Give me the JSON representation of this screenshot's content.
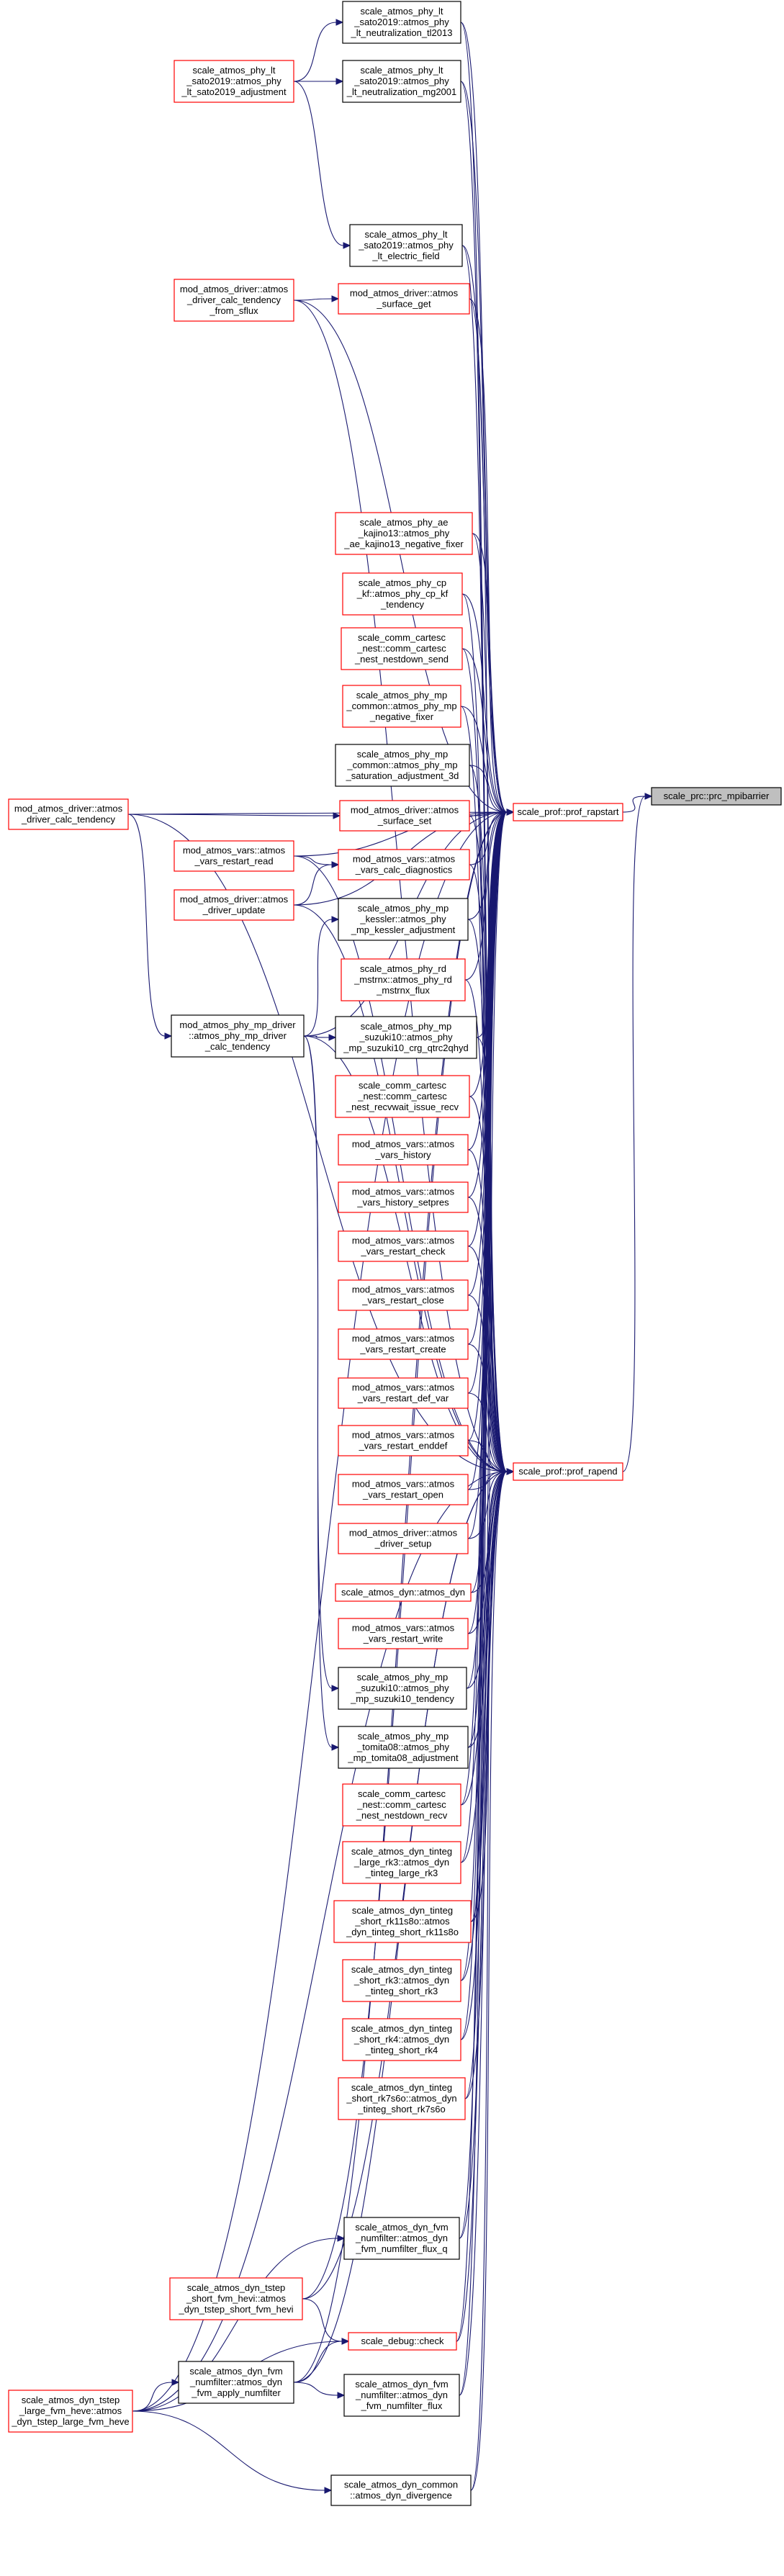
{
  "nodes": [
    {
      "id": "prc_mpibarrier",
      "lines": [
        "scale_prc::prc_mpibarrier"
      ],
      "border": "gray"
    },
    {
      "id": "prof_rapstart",
      "lines": [
        "scale_prof::prof_rapstart"
      ],
      "border": "red"
    },
    {
      "id": "prof_rapend",
      "lines": [
        "scale_prof::prof_rapend"
      ],
      "border": "red"
    },
    {
      "id": "neut_tl2013",
      "lines": [
        "scale_atmos_phy_lt",
        "_sato2019::atmos_phy",
        "_lt_neutralization_tl2013"
      ],
      "border": "black"
    },
    {
      "id": "neut_mg2001",
      "lines": [
        "scale_atmos_phy_lt",
        "_sato2019::atmos_phy",
        "_lt_neutralization_mg2001"
      ],
      "border": "black"
    },
    {
      "id": "lt_adjust",
      "lines": [
        "scale_atmos_phy_lt",
        "_sato2019::atmos_phy",
        "_lt_sato2019_adjustment"
      ],
      "border": "red"
    },
    {
      "id": "lt_efield",
      "lines": [
        "scale_atmos_phy_lt",
        "_sato2019::atmos_phy",
        "_lt_electric_field"
      ],
      "border": "black"
    },
    {
      "id": "calc_sflux",
      "lines": [
        "mod_atmos_driver::atmos",
        "_driver_calc_tendency",
        "_from_sflux"
      ],
      "border": "red"
    },
    {
      "id": "surface_get",
      "lines": [
        "mod_atmos_driver::atmos",
        "_surface_get"
      ],
      "border": "red"
    },
    {
      "id": "ae_negfix",
      "lines": [
        "scale_atmos_phy_ae",
        "_kajino13::atmos_phy",
        "_ae_kajino13_negative_fixer"
      ],
      "border": "red"
    },
    {
      "id": "cp_kf",
      "lines": [
        "scale_atmos_phy_cp",
        "_kf::atmos_phy_cp_kf",
        "_tendency"
      ],
      "border": "red"
    },
    {
      "id": "nest_send",
      "lines": [
        "scale_comm_cartesc",
        "_nest::comm_cartesc",
        "_nest_nestdown_send"
      ],
      "border": "red"
    },
    {
      "id": "mp_negfix",
      "lines": [
        "scale_atmos_phy_mp",
        "_common::atmos_phy_mp",
        "_negative_fixer"
      ],
      "border": "red"
    },
    {
      "id": "mp_satadj",
      "lines": [
        "scale_atmos_phy_mp",
        "_common::atmos_phy_mp",
        "_saturation_adjustment_3d"
      ],
      "border": "black"
    },
    {
      "id": "driver_calc",
      "lines": [
        "mod_atmos_driver::atmos",
        "_driver_calc_tendency"
      ],
      "border": "red"
    },
    {
      "id": "surface_set",
      "lines": [
        "mod_atmos_driver::atmos",
        "_surface_set"
      ],
      "border": "red"
    },
    {
      "id": "restart_read",
      "lines": [
        "mod_atmos_vars::atmos",
        "_vars_restart_read"
      ],
      "border": "red"
    },
    {
      "id": "calc_diag",
      "lines": [
        "mod_atmos_vars::atmos",
        "_vars_calc_diagnostics"
      ],
      "border": "red"
    },
    {
      "id": "driver_update",
      "lines": [
        "mod_atmos_driver::atmos",
        "_driver_update"
      ],
      "border": "red"
    },
    {
      "id": "kessler",
      "lines": [
        "scale_atmos_phy_mp",
        "_kessler::atmos_phy",
        "_mp_kessler_adjustment"
      ],
      "border": "black"
    },
    {
      "id": "rd_mstrnx",
      "lines": [
        "scale_atmos_phy_rd",
        "_mstrnx::atmos_phy_rd",
        "_mstrnx_flux"
      ],
      "border": "red"
    },
    {
      "id": "mp_driver",
      "lines": [
        "mod_atmos_phy_mp_driver",
        "::atmos_phy_mp_driver",
        "_calc_tendency"
      ],
      "border": "black"
    },
    {
      "id": "suzuki_q2",
      "lines": [
        "scale_atmos_phy_mp",
        "_suzuki10::atmos_phy",
        "_mp_suzuki10_crg_qtrc2qhyd"
      ],
      "border": "black"
    },
    {
      "id": "nest_recv_wait",
      "lines": [
        "scale_comm_cartesc",
        "_nest::comm_cartesc",
        "_nest_recvwait_issue_recv"
      ],
      "border": "red"
    },
    {
      "id": "vars_history",
      "lines": [
        "mod_atmos_vars::atmos",
        "_vars_history"
      ],
      "border": "red"
    },
    {
      "id": "history_setpres",
      "lines": [
        "mod_atmos_vars::atmos",
        "_vars_history_setpres"
      ],
      "border": "red"
    },
    {
      "id": "restart_check",
      "lines": [
        "mod_atmos_vars::atmos",
        "_vars_restart_check"
      ],
      "border": "red"
    },
    {
      "id": "restart_close",
      "lines": [
        "mod_atmos_vars::atmos",
        "_vars_restart_close"
      ],
      "border": "red"
    },
    {
      "id": "restart_create",
      "lines": [
        "mod_atmos_vars::atmos",
        "_vars_restart_create"
      ],
      "border": "red"
    },
    {
      "id": "restart_def_var",
      "lines": [
        "mod_atmos_vars::atmos",
        "_vars_restart_def_var"
      ],
      "border": "red"
    },
    {
      "id": "restart_enddef",
      "lines": [
        "mod_atmos_vars::atmos",
        "_vars_restart_enddef"
      ],
      "border": "red"
    },
    {
      "id": "restart_open",
      "lines": [
        "mod_atmos_vars::atmos",
        "_vars_restart_open"
      ],
      "border": "red"
    },
    {
      "id": "driver_setup",
      "lines": [
        "mod_atmos_driver::atmos",
        "_driver_setup"
      ],
      "border": "red"
    },
    {
      "id": "atmos_dyn",
      "lines": [
        "scale_atmos_dyn::atmos_dyn"
      ],
      "border": "red"
    },
    {
      "id": "restart_write",
      "lines": [
        "mod_atmos_vars::atmos",
        "_vars_restart_write"
      ],
      "border": "red"
    },
    {
      "id": "suzuki_tend",
      "lines": [
        "scale_atmos_phy_mp",
        "_suzuki10::atmos_phy",
        "_mp_suzuki10_tendency"
      ],
      "border": "black"
    },
    {
      "id": "tomita08",
      "lines": [
        "scale_atmos_phy_mp",
        "_tomita08::atmos_phy",
        "_mp_tomita08_adjustment"
      ],
      "border": "black"
    },
    {
      "id": "nest_recv",
      "lines": [
        "scale_comm_cartesc",
        "_nest::comm_cartesc",
        "_nest_nestdown_recv"
      ],
      "border": "red"
    },
    {
      "id": "rk3_large",
      "lines": [
        "scale_atmos_dyn_tinteg",
        "_large_rk3::atmos_dyn",
        "_tinteg_large_rk3"
      ],
      "border": "red"
    },
    {
      "id": "rk11s8o",
      "lines": [
        "scale_atmos_dyn_tinteg",
        "_short_rk11s8o::atmos",
        "_dyn_tinteg_short_rk11s8o"
      ],
      "border": "red"
    },
    {
      "id": "rk3_short",
      "lines": [
        "scale_atmos_dyn_tinteg",
        "_short_rk3::atmos_dyn",
        "_tinteg_short_rk3"
      ],
      "border": "red"
    },
    {
      "id": "rk4_short",
      "lines": [
        "scale_atmos_dyn_tinteg",
        "_short_rk4::atmos_dyn",
        "_tinteg_short_rk4"
      ],
      "border": "red"
    },
    {
      "id": "rk7s6o",
      "lines": [
        "scale_atmos_dyn_tinteg",
        "_short_rk7s6o::atmos_dyn",
        "_tinteg_short_rk7s6o"
      ],
      "border": "red"
    },
    {
      "id": "numfilter_flux_q",
      "lines": [
        "scale_atmos_dyn_fvm",
        "_numfilter::atmos_dyn",
        "_fvm_numfilter_flux_q"
      ],
      "border": "black"
    },
    {
      "id": "tstep_short",
      "lines": [
        "scale_atmos_dyn_tstep",
        "_short_fvm_hevi::atmos",
        "_dyn_tstep_short_fvm_hevi"
      ],
      "border": "red"
    },
    {
      "id": "debug_check",
      "lines": [
        "scale_debug::check"
      ],
      "border": "red"
    },
    {
      "id": "apply_numfilter",
      "lines": [
        "scale_atmos_dyn_fvm",
        "_numfilter::atmos_dyn",
        "_fvm_apply_numfilter"
      ],
      "border": "black"
    },
    {
      "id": "numfilter_flux",
      "lines": [
        "scale_atmos_dyn_fvm",
        "_numfilter::atmos_dyn",
        "_fvm_numfilter_flux"
      ],
      "border": "black"
    },
    {
      "id": "tstep_large",
      "lines": [
        "scale_atmos_dyn_tstep",
        "_large_fvm_heve::atmos",
        "_dyn_tstep_large_fvm_heve"
      ],
      "border": "red"
    },
    {
      "id": "divergence",
      "lines": [
        "scale_atmos_dyn_common",
        "::atmos_dyn_divergence"
      ],
      "border": "black"
    }
  ],
  "edges": [
    [
      "prof_rapstart",
      "prc_mpibarrier"
    ],
    [
      "prof_rapend",
      "prc_mpibarrier"
    ],
    [
      "neut_tl2013",
      "prof_rapstart"
    ],
    [
      "neut_tl2013",
      "prof_rapend"
    ],
    [
      "neut_mg2001",
      "prof_rapstart"
    ],
    [
      "neut_mg2001",
      "prof_rapend"
    ],
    [
      "lt_adjust",
      "neut_tl2013"
    ],
    [
      "lt_adjust",
      "neut_mg2001"
    ],
    [
      "lt_adjust",
      "lt_efield"
    ],
    [
      "lt_efield",
      "prof_rapstart"
    ],
    [
      "lt_efield",
      "prof_rapend"
    ],
    [
      "calc_sflux",
      "surface_get"
    ],
    [
      "calc_sflux",
      "prof_rapstart"
    ],
    [
      "calc_sflux",
      "prof_rapend"
    ],
    [
      "surface_get",
      "prof_rapstart"
    ],
    [
      "surface_get",
      "prof_rapend"
    ],
    [
      "ae_negfix",
      "prof_rapstart"
    ],
    [
      "ae_negfix",
      "prof_rapend"
    ],
    [
      "cp_kf",
      "prof_rapstart"
    ],
    [
      "cp_kf",
      "prof_rapend"
    ],
    [
      "nest_send",
      "prof_rapstart"
    ],
    [
      "nest_send",
      "prof_rapend"
    ],
    [
      "mp_negfix",
      "prof_rapstart"
    ],
    [
      "mp_negfix",
      "prof_rapend"
    ],
    [
      "mp_satadj",
      "prof_rapstart"
    ],
    [
      "mp_satadj",
      "prof_rapend"
    ],
    [
      "driver_calc",
      "surface_set"
    ],
    [
      "driver_calc",
      "mp_driver"
    ],
    [
      "driver_calc",
      "prof_rapstart"
    ],
    [
      "driver_calc",
      "prof_rapend"
    ],
    [
      "surface_set",
      "prof_rapstart"
    ],
    [
      "surface_set",
      "prof_rapend"
    ],
    [
      "restart_read",
      "calc_diag"
    ],
    [
      "restart_read",
      "prof_rapstart"
    ],
    [
      "restart_read",
      "prof_rapend"
    ],
    [
      "calc_diag",
      "prof_rapstart"
    ],
    [
      "calc_diag",
      "prof_rapend"
    ],
    [
      "driver_update",
      "calc_diag"
    ],
    [
      "driver_update",
      "prof_rapstart"
    ],
    [
      "driver_update",
      "prof_rapend"
    ],
    [
      "kessler",
      "prof_rapstart"
    ],
    [
      "kessler",
      "prof_rapend"
    ],
    [
      "rd_mstrnx",
      "prof_rapstart"
    ],
    [
      "rd_mstrnx",
      "prof_rapend"
    ],
    [
      "mp_driver",
      "kessler"
    ],
    [
      "mp_driver",
      "suzuki_q2"
    ],
    [
      "mp_driver",
      "suzuki_tend"
    ],
    [
      "mp_driver",
      "tomita08"
    ],
    [
      "mp_driver",
      "prof_rapstart"
    ],
    [
      "mp_driver",
      "prof_rapend"
    ],
    [
      "suzuki_q2",
      "prof_rapstart"
    ],
    [
      "suzuki_q2",
      "prof_rapend"
    ],
    [
      "nest_recv_wait",
      "prof_rapstart"
    ],
    [
      "nest_recv_wait",
      "prof_rapend"
    ],
    [
      "vars_history",
      "prof_rapstart"
    ],
    [
      "vars_history",
      "prof_rapend"
    ],
    [
      "history_setpres",
      "prof_rapstart"
    ],
    [
      "history_setpres",
      "prof_rapend"
    ],
    [
      "restart_check",
      "prof_rapstart"
    ],
    [
      "restart_check",
      "prof_rapend"
    ],
    [
      "restart_close",
      "prof_rapstart"
    ],
    [
      "restart_close",
      "prof_rapend"
    ],
    [
      "restart_create",
      "prof_rapstart"
    ],
    [
      "restart_create",
      "prof_rapend"
    ],
    [
      "restart_def_var",
      "prof_rapstart"
    ],
    [
      "restart_def_var",
      "prof_rapend"
    ],
    [
      "restart_enddef",
      "prof_rapstart"
    ],
    [
      "restart_enddef",
      "prof_rapend"
    ],
    [
      "restart_open",
      "prof_rapstart"
    ],
    [
      "restart_open",
      "prof_rapend"
    ],
    [
      "driver_setup",
      "prof_rapstart"
    ],
    [
      "driver_setup",
      "prof_rapend"
    ],
    [
      "atmos_dyn",
      "prof_rapstart"
    ],
    [
      "atmos_dyn",
      "prof_rapend"
    ],
    [
      "restart_write",
      "prof_rapstart"
    ],
    [
      "restart_write",
      "prof_rapend"
    ],
    [
      "suzuki_tend",
      "prof_rapstart"
    ],
    [
      "suzuki_tend",
      "prof_rapend"
    ],
    [
      "tomita08",
      "prof_rapstart"
    ],
    [
      "tomita08",
      "prof_rapend"
    ],
    [
      "nest_recv",
      "prof_rapstart"
    ],
    [
      "nest_recv",
      "prof_rapend"
    ],
    [
      "rk3_large",
      "prof_rapstart"
    ],
    [
      "rk3_large",
      "prof_rapend"
    ],
    [
      "rk11s8o",
      "prof_rapstart"
    ],
    [
      "rk11s8o",
      "prof_rapend"
    ],
    [
      "rk3_short",
      "prof_rapstart"
    ],
    [
      "rk3_short",
      "prof_rapend"
    ],
    [
      "rk4_short",
      "prof_rapstart"
    ],
    [
      "rk4_short",
      "prof_rapend"
    ],
    [
      "rk7s6o",
      "prof_rapstart"
    ],
    [
      "rk7s6o",
      "prof_rapend"
    ],
    [
      "numfilter_flux_q",
      "prof_rapstart"
    ],
    [
      "numfilter_flux_q",
      "prof_rapend"
    ],
    [
      "tstep_short",
      "debug_check"
    ],
    [
      "tstep_short",
      "prof_rapstart"
    ],
    [
      "tstep_short",
      "prof_rapend"
    ],
    [
      "debug_check",
      "prof_rapstart"
    ],
    [
      "debug_check",
      "prof_rapend"
    ],
    [
      "apply_numfilter",
      "debug_check"
    ],
    [
      "apply_numfilter",
      "numfilter_flux"
    ],
    [
      "apply_numfilter",
      "prof_rapstart"
    ],
    [
      "apply_numfilter",
      "prof_rapend"
    ],
    [
      "numfilter_flux",
      "prof_rapstart"
    ],
    [
      "numfilter_flux",
      "prof_rapend"
    ],
    [
      "tstep_large",
      "apply_numfilter"
    ],
    [
      "tstep_large",
      "numfilter_flux_q"
    ],
    [
      "tstep_large",
      "divergence"
    ],
    [
      "tstep_large",
      "debug_check"
    ],
    [
      "tstep_large",
      "prof_rapstart"
    ],
    [
      "tstep_large",
      "prof_rapend"
    ],
    [
      "divergence",
      "prof_rapstart"
    ],
    [
      "divergence",
      "prof_rapend"
    ]
  ]
}
